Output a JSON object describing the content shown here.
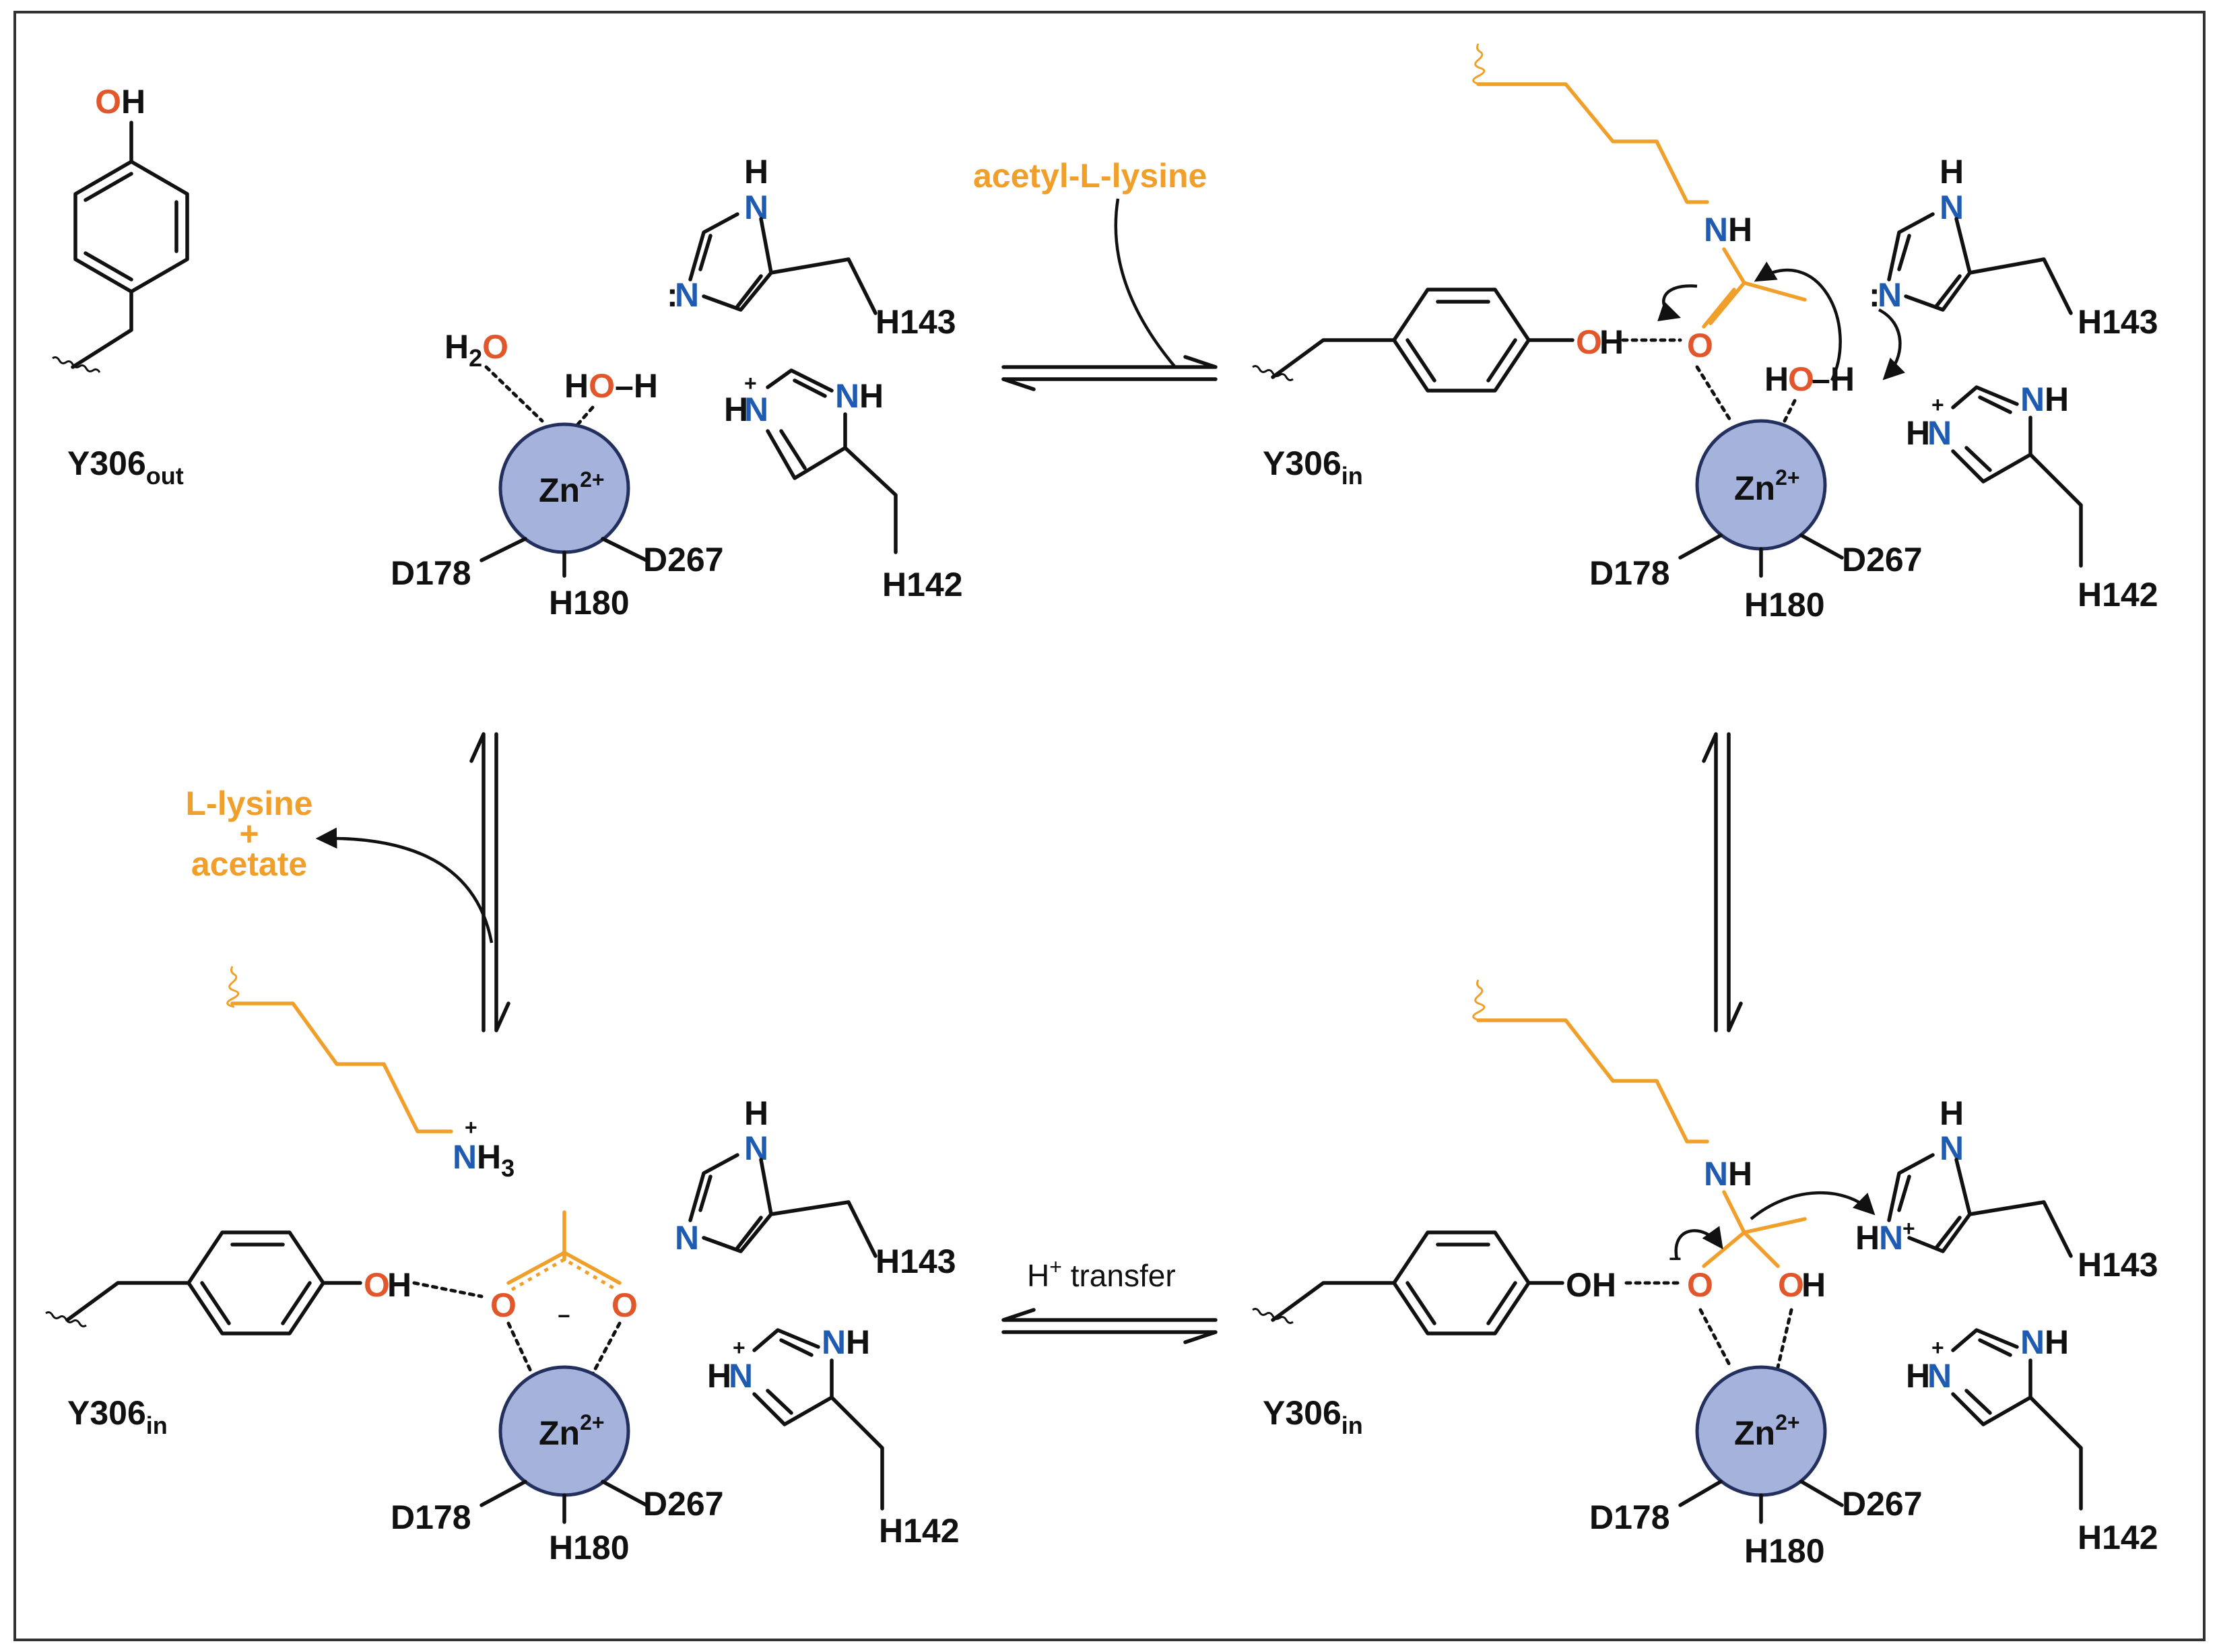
{
  "colors": {
    "oxygen": "#e2562b",
    "nitrogen": "#1f5bb0",
    "substrate": "#f0a02a",
    "zinc": "#a4b2dc",
    "ink": "#111111"
  },
  "residues": {
    "y306": "Y306",
    "y306_out_sub": "out",
    "y306_in_sub": "in",
    "h143": "H143",
    "h142": "H142",
    "d178": "D178",
    "d267": "D267",
    "h180": "H180"
  },
  "metal": {
    "symbol": "Zn",
    "charge": "2+"
  },
  "atoms": {
    "O": "O",
    "H": "H",
    "N": "N",
    "OH": "OH",
    "NH": "NH",
    "HN": "HN",
    "H2": "H",
    "H2O_sub": "2",
    "H3_sub": "3",
    "plus": "+",
    "minus": "−",
    "lone_pair": ":",
    "hyphen": "–"
  },
  "reagents": {
    "substrate_in": "acetyl-L-lysine",
    "product_out_line1": "L-lysine",
    "product_out_line2": "+",
    "product_out_line3": "acetate"
  },
  "steps": {
    "proton_transfer_symbol": "H",
    "proton_transfer_charge": "+",
    "proton_transfer_text": " transfer"
  }
}
